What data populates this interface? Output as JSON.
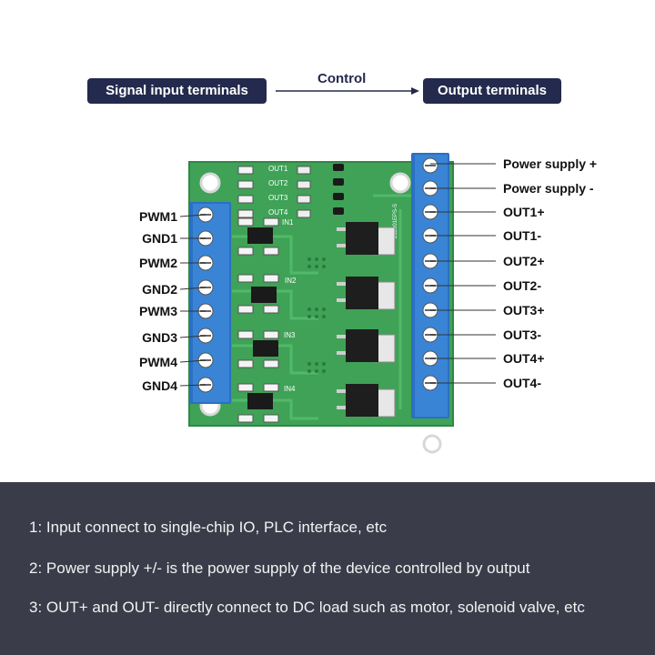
{
  "header": {
    "left_label": "Signal input terminals",
    "arrow_label": "Control",
    "right_label": "Output terminals"
  },
  "left_terminals": [
    "PWM1",
    "GND1",
    "PWM2",
    "GND2",
    "PWM3",
    "GND3",
    "PWM4",
    "GND4"
  ],
  "right_terminals": [
    "Power supply +",
    "Power supply -",
    "OUT1+",
    "OUT1-",
    "OUT2+",
    "OUT2-",
    "OUT3+",
    "OUT3-",
    "OUT4+",
    "OUT4-"
  ],
  "board_text": {
    "out1": "OUT1",
    "out2": "OUT2",
    "out3": "OUT3",
    "out4": "OUT4",
    "in1": "IN1",
    "in2": "IN2",
    "in3": "IN3",
    "in4": "IN4",
    "serial": "230901EPS-S"
  },
  "notes": [
    "1: Input connect to single-chip IO, PLC interface, etc",
    "2: Power supply +/- is the power supply of the device controlled by output",
    "3: OUT+ and OUT- directly connect to DC load such as motor, solenoid valve, etc"
  ],
  "colors": {
    "pcb": "#3fa257",
    "terminal": "#2a70c4",
    "pill": "#232a4d",
    "footer": "#3b3c4a"
  }
}
